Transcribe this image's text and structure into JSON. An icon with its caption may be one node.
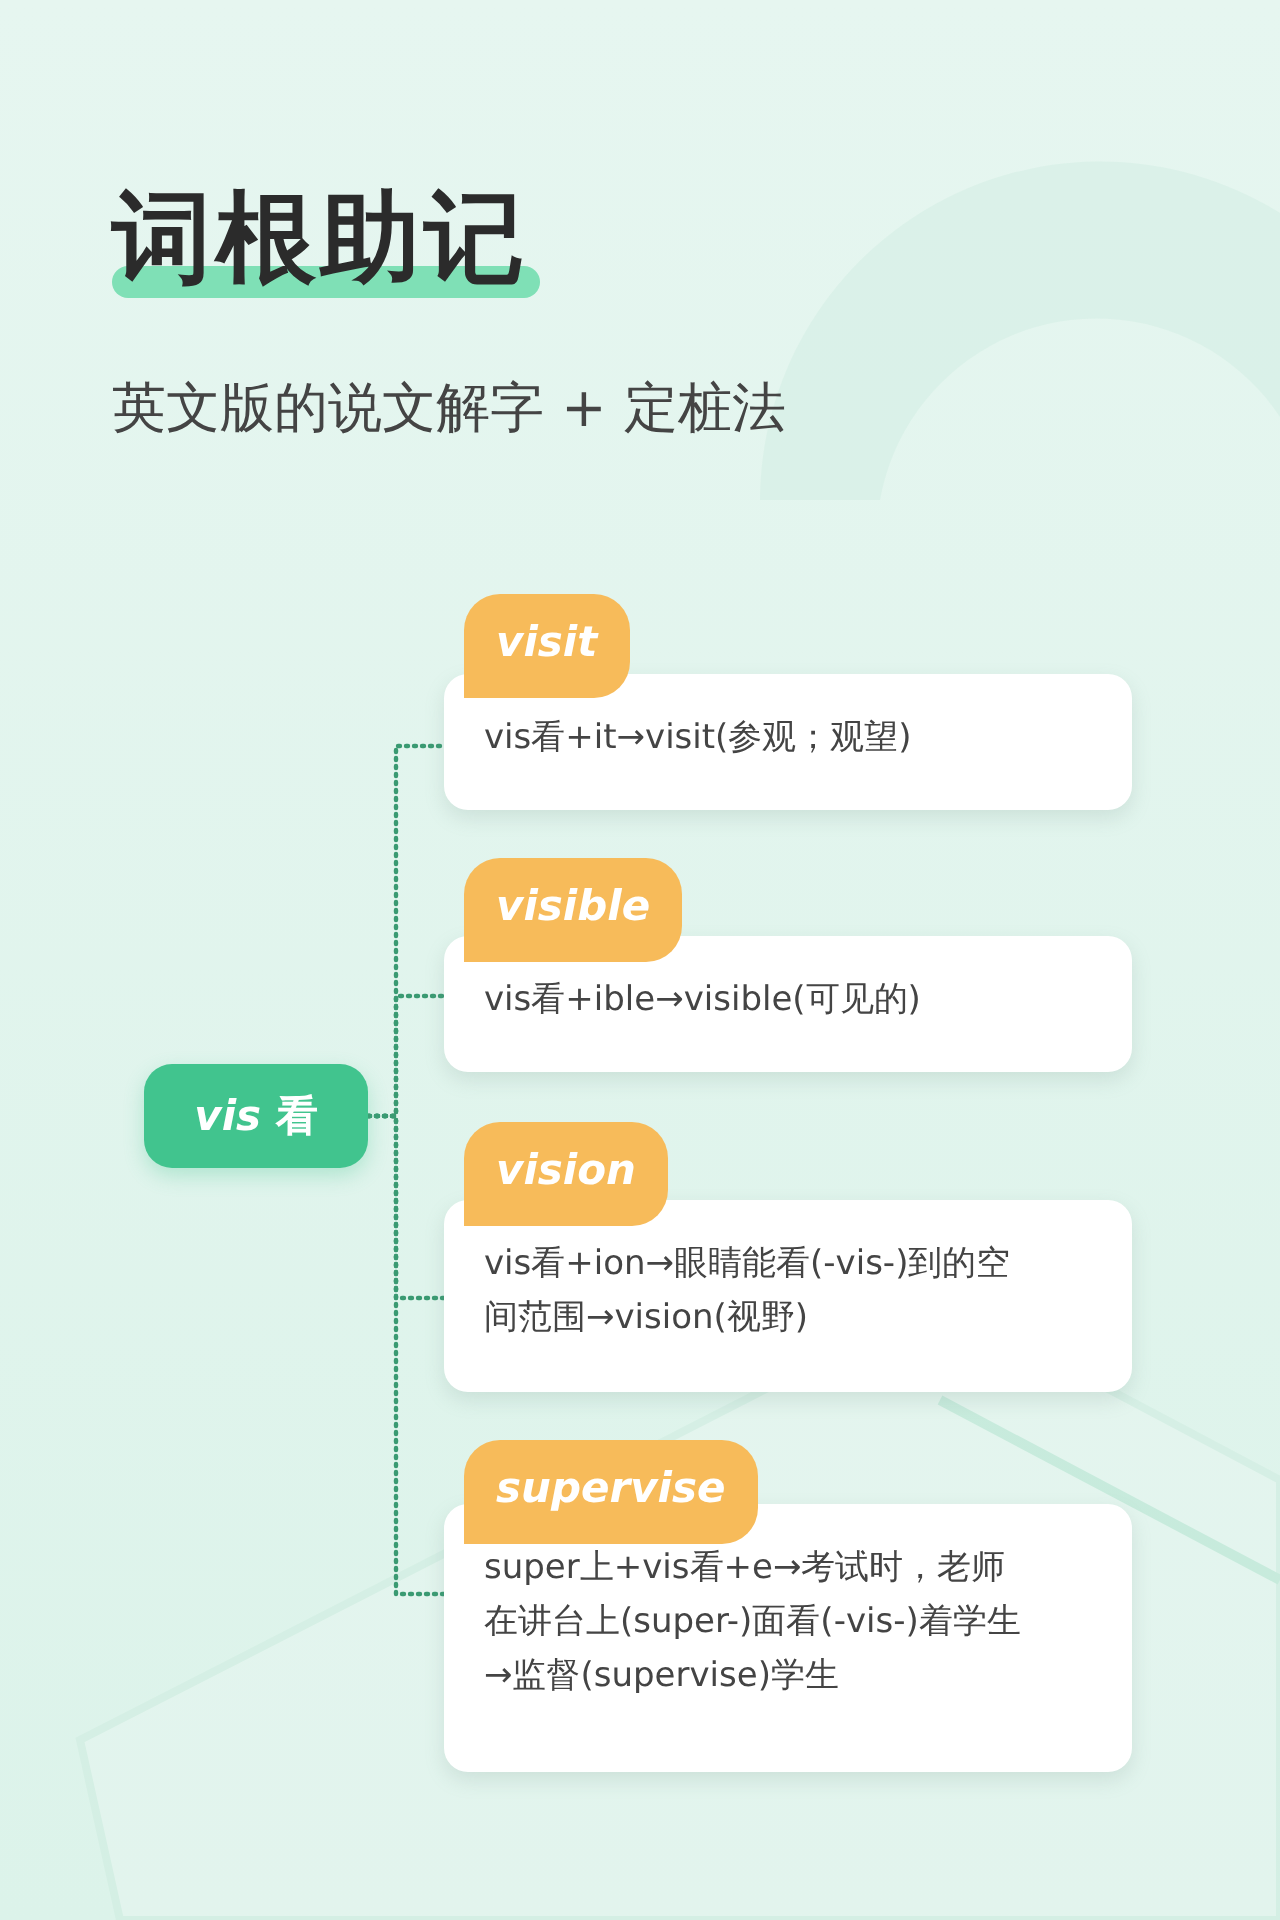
{
  "diagram": {
    "title": "词根助记",
    "nodes": [
      {
        "text": [
          "*vis* 看"
        ]
      },
      {
        "text": [
          "visit",
          "vis看+it→visit(参观；观望)"
        ]
      },
      {
        "text": [
          "visible",
          "vis看+ible→visible(可见的)"
        ]
      },
      {
        "text": [
          "vision",
          "vis看+ion→眼睛能看(-vis-)到的空间范围→vision(视野)"
        ]
      },
      {
        "text": [
          "supervise",
          "super上+vis看+e→考试时，老师在讲台上(super-)面看(-vis-)着学生→监督(supervise)学生"
        ]
      }
    ],
    "edges": [
      {
        "from": 0,
        "to": 1,
        "arrow": "none",
        "style": "dashed"
      },
      {
        "from": 0,
        "to": 2,
        "arrow": "none",
        "style": "dashed"
      },
      {
        "from": 0,
        "to": 3,
        "arrow": "none",
        "style": "dashed"
      },
      {
        "from": 0,
        "to": 4,
        "arrow": "none",
        "style": "dashed"
      }
    ],
    "labels": [
      "英文版的说文解字 + 定桩法"
    ]
  }
}
